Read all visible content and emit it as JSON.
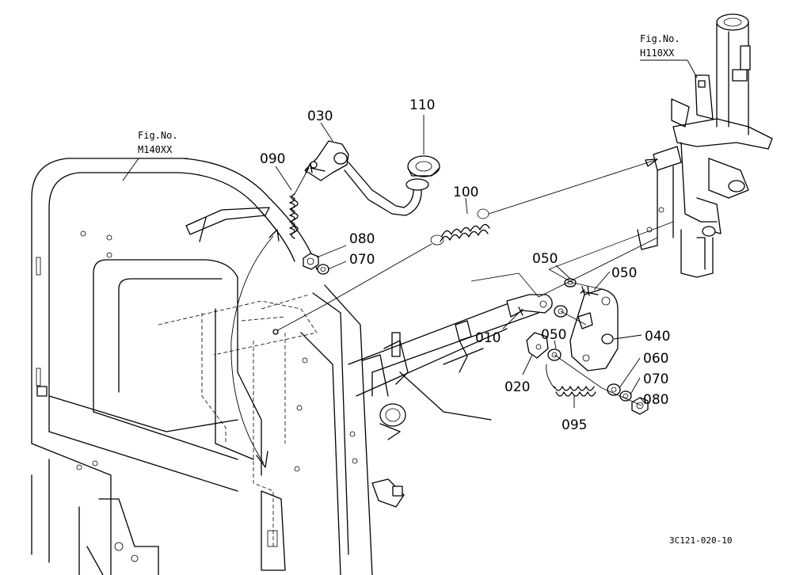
{
  "figure_refs": [
    {
      "id": "m140",
      "line1": "Fig.No.",
      "line2": "M140XX"
    },
    {
      "id": "h110",
      "line1": "Fig.No.",
      "line2": "H110XX"
    }
  ],
  "part_labels": {
    "p110": "110",
    "p030": "030",
    "p090": "090",
    "p100": "100",
    "p080a": "080",
    "p070a": "070",
    "p050a": "050",
    "p050b": "050",
    "p050c": "050",
    "p010": "010",
    "p040": "040",
    "p020": "020",
    "p060": "060",
    "p070b": "070",
    "p080b": "080",
    "p095": "095"
  },
  "drawing_code": "3C121-020-10"
}
